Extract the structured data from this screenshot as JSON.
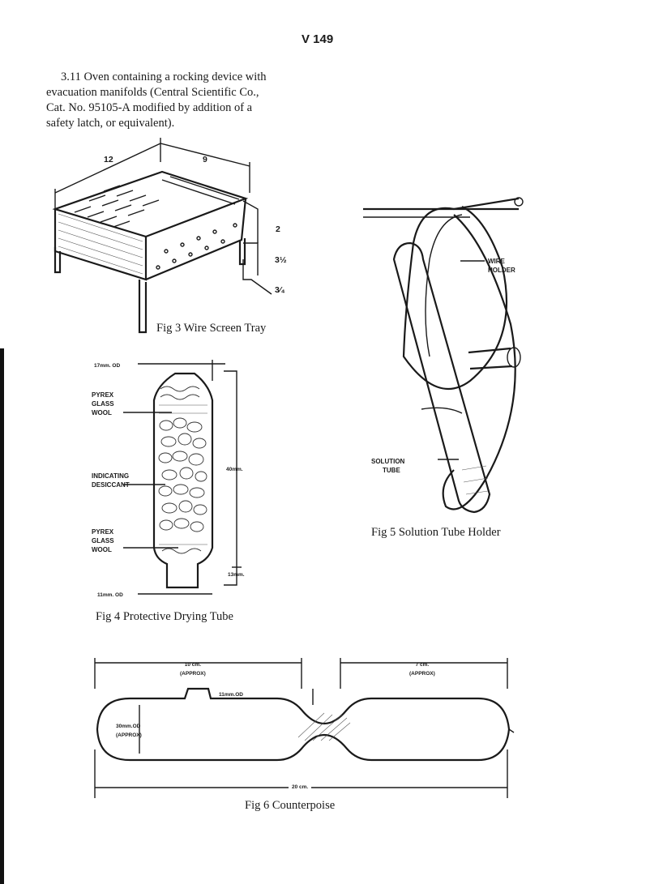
{
  "page_number": "V 149",
  "item": {
    "lines": [
      "3.11 Oven containing a rocking device with",
      "evacuation manifolds (Central Scientific Co.,",
      "Cat. No. 95105-A modified by addition of a",
      "safety latch, or equivalent)."
    ]
  },
  "fig3": {
    "caption": "Fig 3   Wire Screen Tray",
    "dims": {
      "length": "12",
      "width": "9",
      "height": "2",
      "foot_a": "3½",
      "foot_b": "3⁄₄"
    }
  },
  "fig4": {
    "caption": "Fig 4   Protective Drying Tube",
    "labels": {
      "top_od": "17mm. OD",
      "wool_top": [
        "PYREX",
        "GLASS",
        "WOOL"
      ],
      "desiccant": [
        "INDICATING",
        "DESICCANT"
      ],
      "wool_bottom": [
        "PYREX",
        "GLASS",
        "WOOL"
      ],
      "length": "40mm.",
      "neck": "13mm.",
      "bottom_od": "11mm. OD"
    }
  },
  "fig5": {
    "caption": "Fig 5   Solution Tube Holder",
    "labels": {
      "wire": [
        "WIRE",
        "HOLDER"
      ],
      "tube": [
        "SOLUTION",
        "TUBE"
      ]
    }
  },
  "fig6": {
    "caption": "Fig 6   Counterpoise",
    "labels": {
      "left_len": [
        "10 cm.",
        "(APPROX)"
      ],
      "right_len": [
        "7 cm.",
        "(APPROX)"
      ],
      "stem": "11mm.OD",
      "bulb": [
        "30mm.OD",
        "(APPROX)"
      ],
      "total": "20 cm."
    }
  }
}
